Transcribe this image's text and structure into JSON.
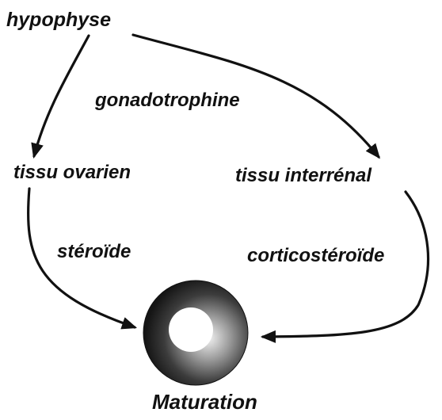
{
  "diagram": {
    "labels": {
      "hypophyse": "hypophyse",
      "gonadotrophine": "gonadotrophine",
      "tissu_ovarien": "tissu ovarien",
      "tissu_interrenal": "tissu interrénal",
      "steroide": "stéroïde",
      "corticosteroide": "corticostéroïde",
      "maturation": "Maturation"
    },
    "colors": {
      "ink": "#111111",
      "background": "#ffffff"
    },
    "icons": {
      "oocyte": "ring-shaded-circle"
    }
  }
}
